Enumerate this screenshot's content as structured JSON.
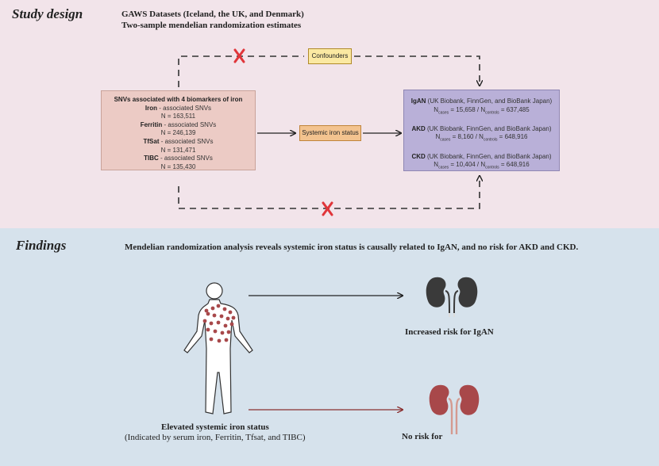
{
  "study": {
    "heading": "Study design",
    "datasets": "GAWS Datasets (Iceland, the UK, and Denmark)",
    "estimates": "Two-sample mendelian randomization estimates",
    "confounders": "Confounders",
    "iron_status": "Systemic iron status",
    "snv_box": {
      "title": "SNVs associated with 4 biomarkers of iron",
      "items": [
        {
          "name": "Iron",
          "suffix": " - associated SNVs",
          "n": "N = 163,511"
        },
        {
          "name": "Ferritin",
          "suffix": " - associated SNVs",
          "n": "N = 246,139"
        },
        {
          "name": "TfSat",
          "suffix": " - associated SNVs",
          "n": "N = 131,471"
        },
        {
          "name": "TIBC",
          "suffix": " - associated SNVs",
          "n": "N = 135,430"
        }
      ]
    },
    "outcome_box": {
      "items": [
        {
          "name": "IgAN",
          "source": " (UK Biobank, FinnGen, and BioBank Japan)",
          "n_pre": "N",
          "cases_sub": "cases",
          "cases_val": " = 15,658 / N",
          "controls_sub": "controls",
          "controls_val": " = 637,485"
        },
        {
          "name": "AKD",
          "source": " (UK Biobank, FinnGen, and BioBank Japan)",
          "n_pre": "N",
          "cases_sub": "cases",
          "cases_val": " = 8,160 / N",
          "controls_sub": "controls",
          "controls_val": " = 648,916"
        },
        {
          "name": "CKD",
          "source": " (UK Biobank, FinnGen, and BioBank Japan)",
          "n_pre": "N",
          "cases_sub": "cases",
          "cases_val": " = 10,404 / N",
          "controls_sub": "controls",
          "controls_val": " = 648,916"
        }
      ]
    },
    "colors": {
      "cross": "#e0353a",
      "snv_fill": "#eccbc5",
      "outcome_fill": "#b9b0d8",
      "confounder_fill": "#fbe9a2",
      "iron_fill": "#f3c38f"
    }
  },
  "findings": {
    "heading": "Findings",
    "summary": "Mendelian randomization analysis reveals systemic iron status is causally related to IgAN, and no risk for AKD and CKD.",
    "increased": "Increased risk for IgAN",
    "norisk": "No risk for",
    "elevated_title": "Elevated systemic iron status",
    "elevated_sub": "(Indicated by serum iron, Ferritin, Tfsat, and TIBC)",
    "icons": [
      "human-body-icon",
      "kidney-dark-icon",
      "kidney-red-icon"
    ],
    "colors": {
      "dark_kidney": "#3a3a3a",
      "red_kidney": "#a8484a",
      "dots": "#a8484a",
      "arrow_red": "#8a3030"
    }
  }
}
